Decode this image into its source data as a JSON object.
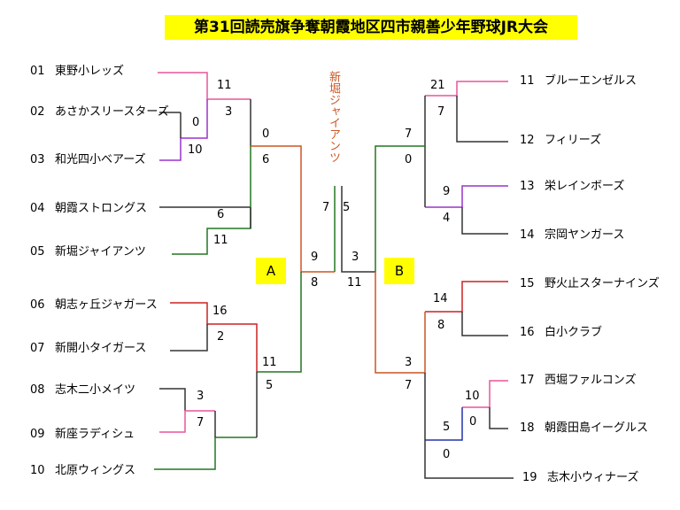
{
  "title": "第31回読売旗争奪朝霞地区四市親善少年野球JR大会",
  "blocks": {
    "a": "A",
    "b": "B"
  },
  "winner_label": "新堀ジャイアンツ",
  "colors": {
    "pink": "#e8559a",
    "purple": "#9933cc",
    "green": "#227722",
    "orange": "#cc5522",
    "red": "#cc2222",
    "blue": "#2233aa",
    "gray": "#333333"
  },
  "teams": [
    {
      "num": "01",
      "name": "東野小レッズ"
    },
    {
      "num": "02",
      "name": "あさかスリースターズ"
    },
    {
      "num": "03",
      "name": "和光四小ベアーズ"
    },
    {
      "num": "04",
      "name": "朝霞ストロングス"
    },
    {
      "num": "05",
      "name": "新堀ジャイアンツ"
    },
    {
      "num": "06",
      "name": "朝志ヶ丘ジャガース"
    },
    {
      "num": "07",
      "name": "新開小タイガース"
    },
    {
      "num": "08",
      "name": "志木二小メイツ"
    },
    {
      "num": "09",
      "name": "新座ラディシュ"
    },
    {
      "num": "10",
      "name": "北原ウィングス"
    },
    {
      "num": "11",
      "name": "ブルーエンゼルス"
    },
    {
      "num": "12",
      "name": "フィリーズ"
    },
    {
      "num": "13",
      "name": "栄レインボーズ"
    },
    {
      "num": "14",
      "name": "宗岡ヤンガース"
    },
    {
      "num": "15",
      "name": "野火止スターナインズ"
    },
    {
      "num": "16",
      "name": "白小クラブ"
    },
    {
      "num": "17",
      "name": "西堀ファルコンズ"
    },
    {
      "num": "18",
      "name": "朝霞田島イーグルス"
    },
    {
      "num": "19",
      "name": "志木小ウィナーズ"
    }
  ],
  "scores": {
    "s1": "11",
    "s2": "0",
    "s3": "3",
    "s4": "10",
    "s5": "0",
    "s6": "6",
    "s7": "6",
    "s8": "11",
    "s9": "16",
    "s10": "2",
    "s11": "3",
    "s12": "7",
    "s13": "11",
    "s14": "5",
    "s15": "9",
    "s16": "8",
    "s17": "7",
    "s18": "5",
    "s19": "3",
    "s20": "11",
    "s21": "21",
    "s22": "7",
    "s23": "7",
    "s24": "0",
    "s25": "9",
    "s26": "4",
    "s27": "14",
    "s28": "8",
    "s29": "3",
    "s30": "7",
    "s31": "10",
    "s32": "0",
    "s33": "5",
    "s34": "0"
  }
}
